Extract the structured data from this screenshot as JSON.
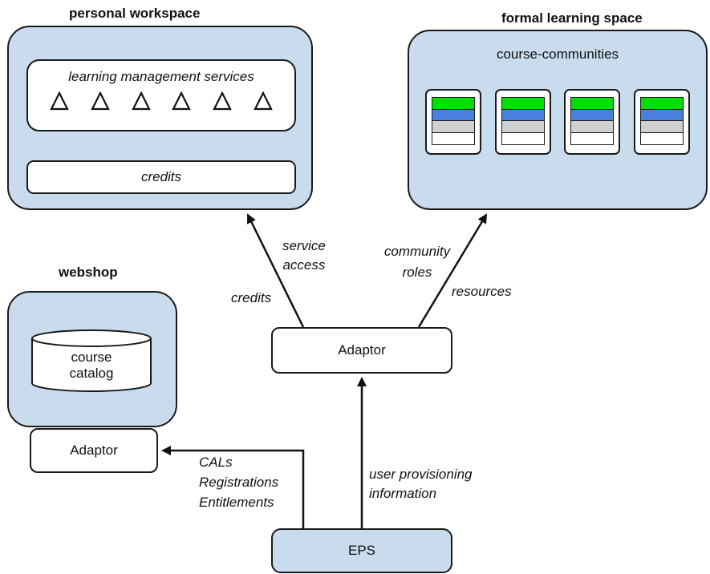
{
  "personal_workspace": {
    "title": "personal workspace",
    "services_label": "learning management services",
    "service_icon_count": 6,
    "service_icon": "triangle-icon",
    "credits_label": "credits"
  },
  "formal_learning_space": {
    "title": "formal learning space",
    "communities_label": "course-communities",
    "community_cards": [
      {
        "stripes": [
          "#00e000",
          "#4a7fe0",
          "#d0d0d0",
          "#ffffff"
        ]
      },
      {
        "stripes": [
          "#00e000",
          "#4a7fe0",
          "#d0d0d0",
          "#ffffff"
        ]
      },
      {
        "stripes": [
          "#00e000",
          "#4a7fe0",
          "#d0d0d0",
          "#ffffff"
        ]
      },
      {
        "stripes": [
          "#00e000",
          "#4a7fe0",
          "#d0d0d0",
          "#ffffff"
        ]
      }
    ]
  },
  "webshop": {
    "title": "webshop",
    "catalog_line1": "course",
    "catalog_line2": "catalog",
    "adaptor_label": "Adaptor"
  },
  "center_adaptor": {
    "label": "Adaptor"
  },
  "eps": {
    "label": "EPS"
  },
  "edge_labels": {
    "service_line1": "service",
    "service_line2": "access",
    "credits": "credits",
    "community_line1": "community",
    "community_line2": "roles",
    "resources": "resources",
    "cals": "CALs",
    "registrations": "Registrations",
    "entitlements": "Entitlements",
    "provisioning_line1": "user provisioning",
    "provisioning_line2": "information"
  },
  "colors": {
    "panel_fill": "#c9dcee",
    "stroke": "#1a1a1a",
    "green": "#00e000",
    "blue": "#4a7fe0",
    "gray": "#d0d0d0"
  }
}
